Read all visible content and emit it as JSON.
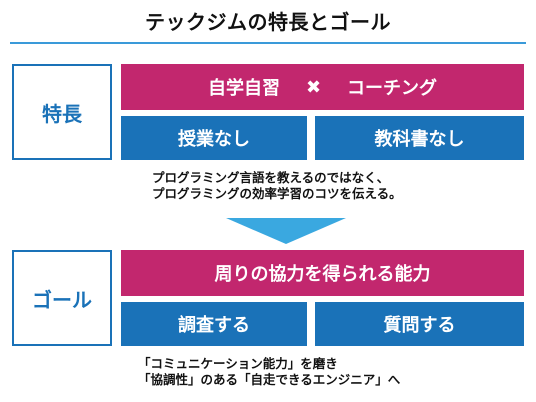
{
  "title": "テックジムの特長とゴール",
  "features": {
    "label": "特長",
    "top_bar": {
      "left": "自学自習",
      "cross": "✖",
      "right": "コーチング"
    },
    "items": [
      "授業なし",
      "教科書なし"
    ],
    "note": [
      "プログラミング言語を教えるのではなく、",
      "プログラミングの効率学習のコツを伝える。"
    ]
  },
  "goal": {
    "label": "ゴール",
    "top_bar": "周りの協力を得られる能力",
    "items": [
      "調査する",
      "質問する"
    ],
    "note": [
      "「コミュニケーション能力」を磨き",
      "「協調性」のある「自走できるエンジニア」へ"
    ]
  },
  "colors": {
    "pink": "#c2276e",
    "blue": "#1a72b8",
    "title_rule": "#3a9ad9",
    "arrow": "#3aa8e0"
  }
}
